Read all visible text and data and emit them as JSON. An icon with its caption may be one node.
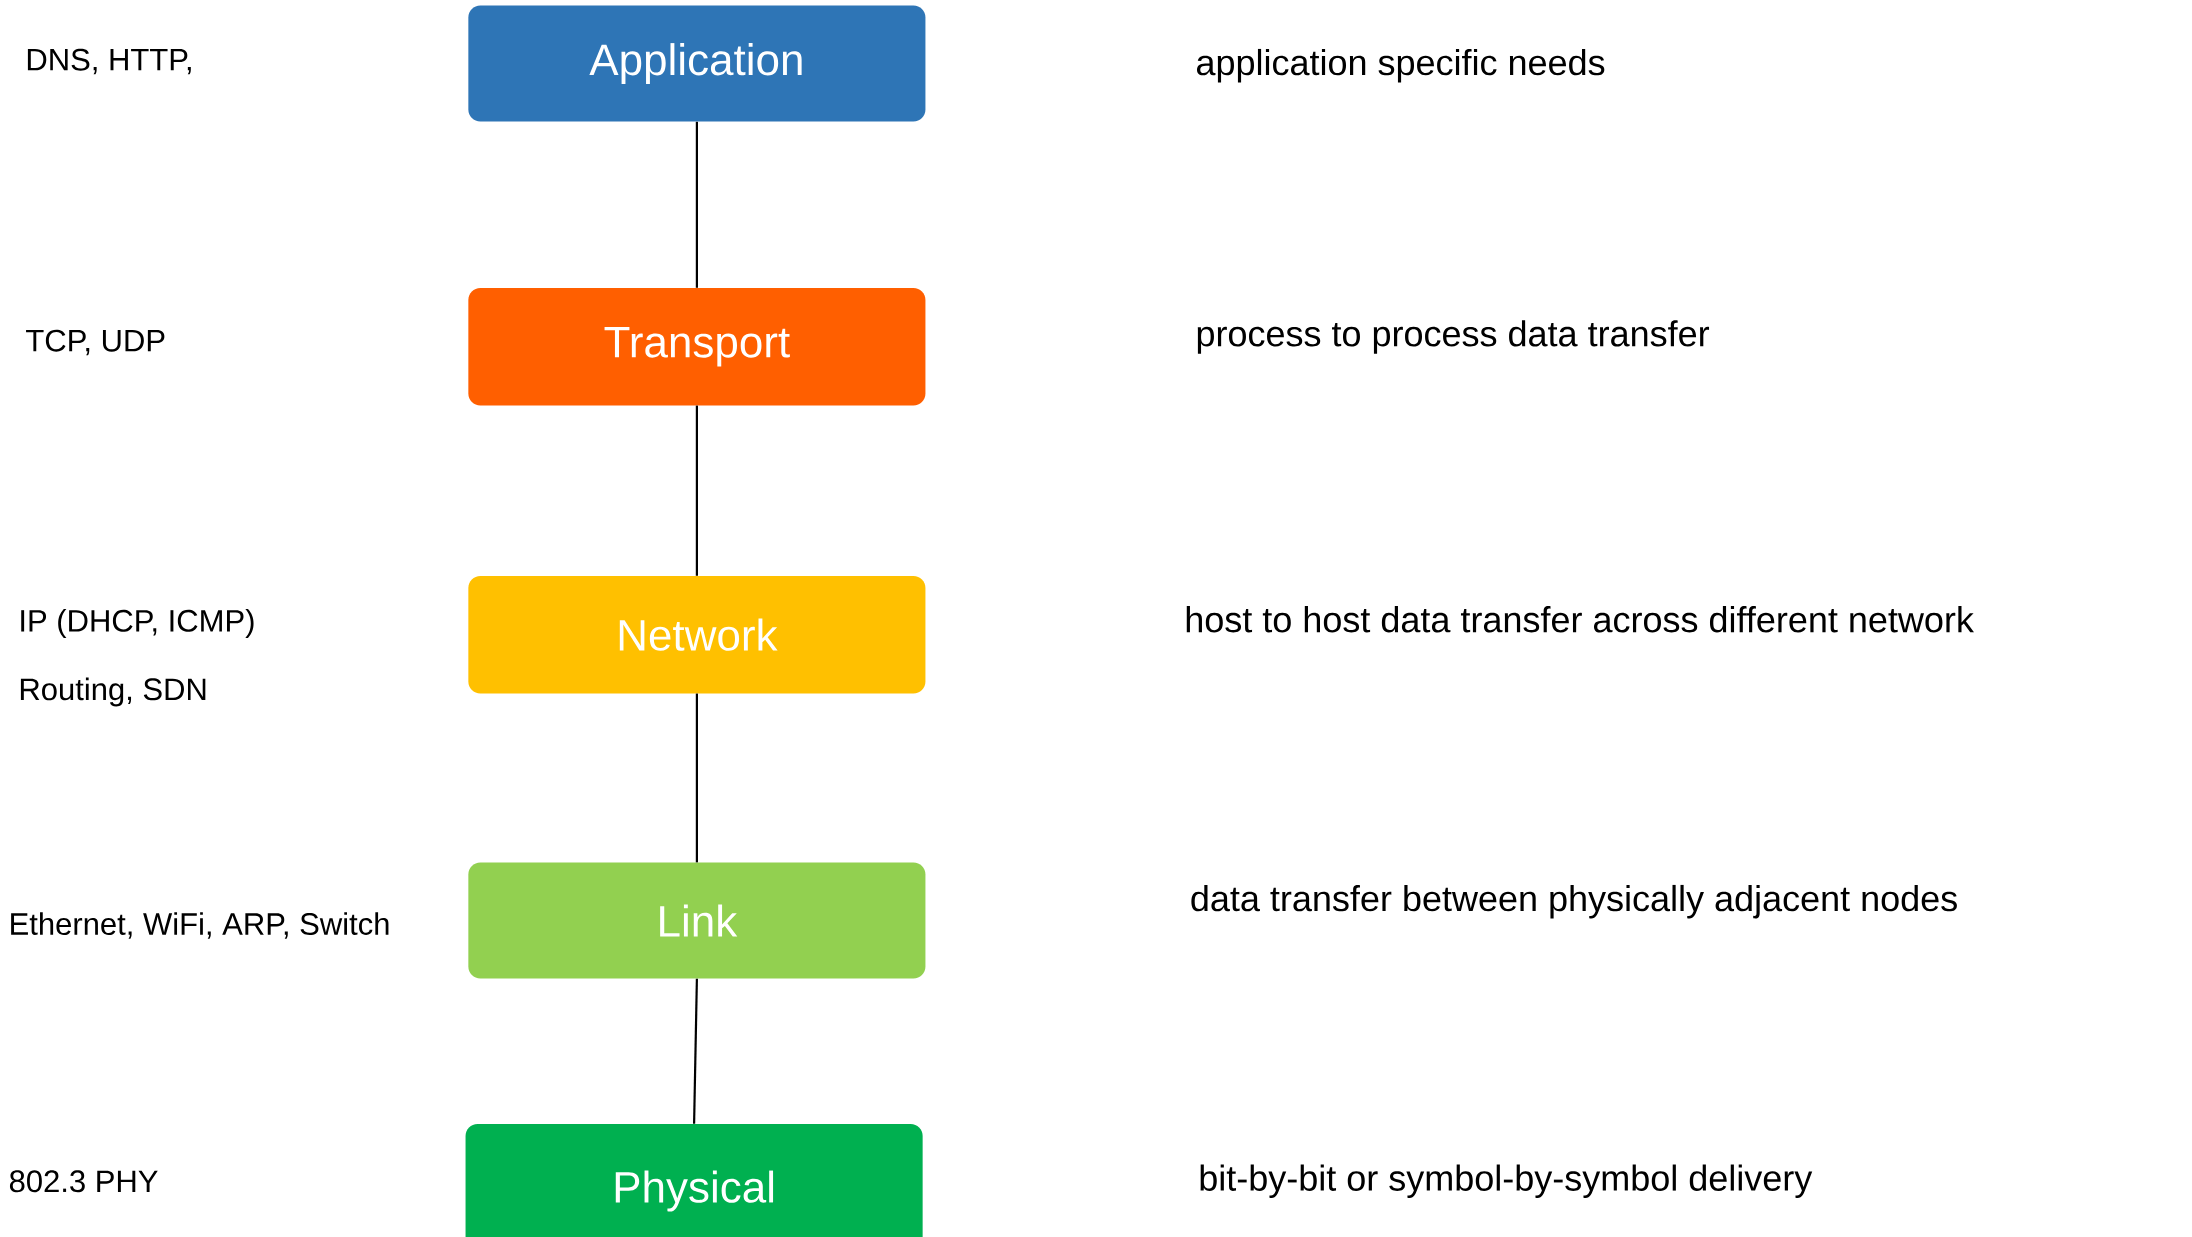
{
  "diagram": {
    "nodes": [
      {
        "text": [
          "Application"
        ]
      },
      {
        "text": [
          "Transport"
        ]
      },
      {
        "text": [
          "Network"
        ]
      },
      {
        "text": [
          "Link"
        ]
      },
      {
        "text": [
          "Physical"
        ]
      }
    ],
    "edges": [
      {
        "from": 0,
        "to": 1,
        "arrow": "none"
      },
      {
        "from": 1,
        "to": 2,
        "arrow": "none"
      },
      {
        "from": 2,
        "to": 3,
        "arrow": "none"
      },
      {
        "from": 3,
        "to": 4,
        "arrow": "none"
      }
    ],
    "labels": [
      "DNS, HTTP,",
      "application specific needs",
      "TCP, UDP",
      "process to process data transfer",
      "IP (DHCP, ICMP)",
      "host to host data transfer across different network",
      "Routing, SDN",
      "Ethernet, WiFi, ARP, Switch",
      "data transfer between physically adjacent nodes",
      "802.3 PHY",
      "bit-by-bit or symbol-by-symbol delivery"
    ]
  }
}
